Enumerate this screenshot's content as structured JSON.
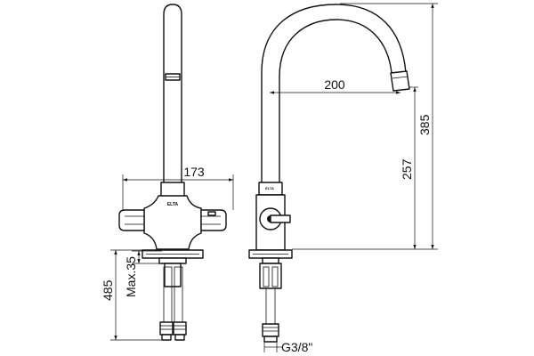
{
  "drawing": {
    "dimensions": {
      "width_173": "173",
      "reach_200": "200",
      "height_385": "385",
      "height_257": "257",
      "hose_485": "485",
      "max_35": "Max.35",
      "thread": "G3/8\""
    },
    "brand_mark": "ELTA",
    "colors": {
      "line": "#111111",
      "background": "#ffffff"
    },
    "icons": [
      "tap-front-view",
      "tap-side-view",
      "arrowhead"
    ]
  }
}
